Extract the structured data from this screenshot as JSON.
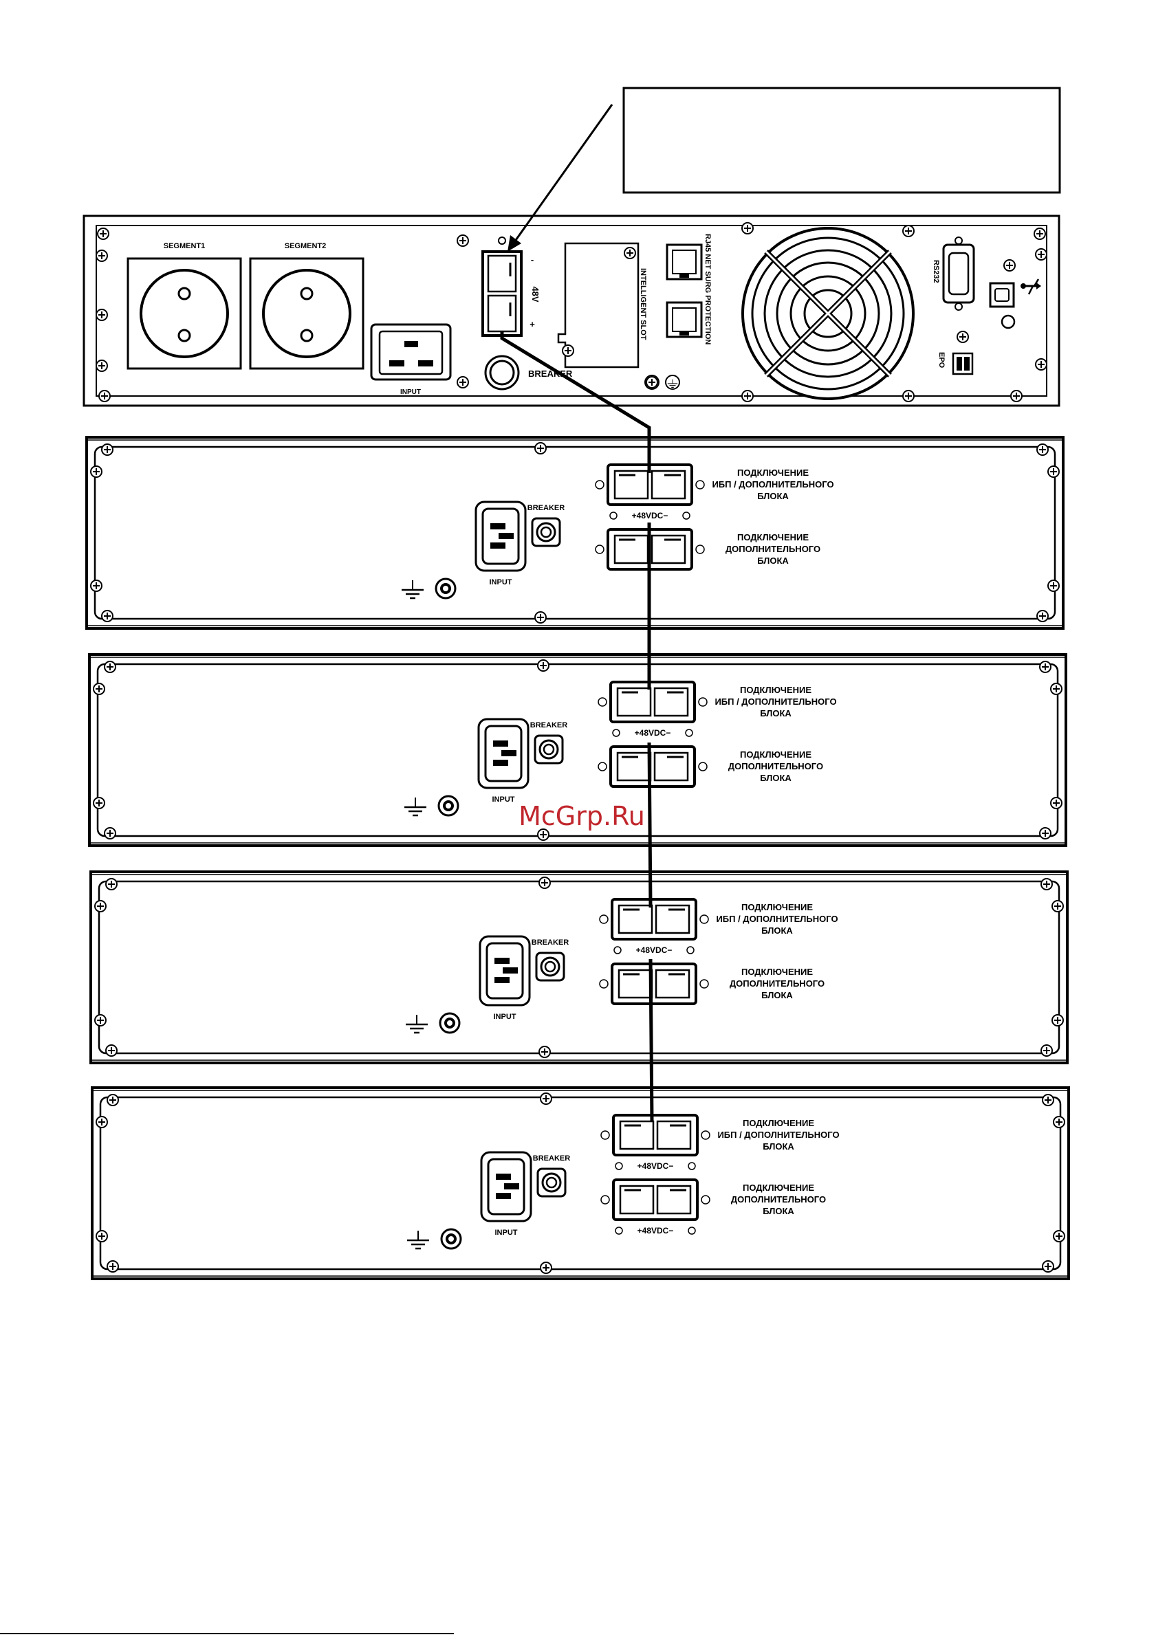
{
  "ups_panel": {
    "segment1": "SEGMENT1",
    "segment2": "SEGMENT2",
    "input": "INPUT",
    "breaker": "BREAKER",
    "batt_minus": "-",
    "batt_voltage": "48V",
    "batt_plus": "+",
    "intelligent_slot": "INTELLIGENT SLOT",
    "rj45": "RJ45 NET SURG PROTECTION",
    "rs232": "RS232",
    "epo": "EPO"
  },
  "callout": {
    "text": ""
  },
  "battery_packs": [
    {
      "input": "INPUT",
      "breaker": "BREAKER",
      "voltage": "+48VDC−",
      "upper_label": [
        "ПОДКЛЮЧЕНИЕ",
        "ИБП / ДОПОЛНИТЕЛЬНОГО",
        "БЛОКА"
      ],
      "lower_label": [
        "ПОДКЛЮЧЕНИЕ",
        "ДОПОЛНИТЕЛЬНОГО",
        "БЛОКА"
      ],
      "lower_voltage": ""
    },
    {
      "input": "INPUT",
      "breaker": "BREAKER",
      "voltage": "+48VDC−",
      "upper_label": [
        "ПОДКЛЮЧЕНИЕ",
        "ИБП / ДОПОЛНИТЕЛЬНОГО",
        "БЛОКА"
      ],
      "lower_label": [
        "ПОДКЛЮЧЕНИЕ",
        "ДОПОЛНИТЕЛЬНОГО",
        "БЛОКА"
      ],
      "lower_voltage": ""
    },
    {
      "input": "INPUT",
      "breaker": "BREAKER",
      "voltage": "+48VDC−",
      "upper_label": [
        "ПОДКЛЮЧЕНИЕ",
        "ИБП / ДОПОЛНИТЕЛЬНОГО",
        "БЛОКА"
      ],
      "lower_label": [
        "ПОДКЛЮЧЕНИЕ",
        "ДОПОЛНИТЕЛЬНОГО",
        "БЛОКА"
      ],
      "lower_voltage": ""
    },
    {
      "input": "INPUT",
      "breaker": "BREAKER",
      "voltage": "+48VDC−",
      "upper_label": [
        "ПОДКЛЮЧЕНИЕ",
        "ИБП / ДОПОЛНИТЕЛЬНОГО",
        "БЛОКА"
      ],
      "lower_label": [
        "ПОДКЛЮЧЕНИЕ",
        "ДОПОЛНИТЕЛЬНОГО",
        "БЛОКА"
      ],
      "lower_voltage": "+48VDC−"
    }
  ],
  "watermark": "McGrp.Ru",
  "colors": {
    "ink": "#000000",
    "watermark": "#c0262c"
  },
  "icons": [
    "screw-icon",
    "ground-icon",
    "usb-icon",
    "fan-icon"
  ]
}
